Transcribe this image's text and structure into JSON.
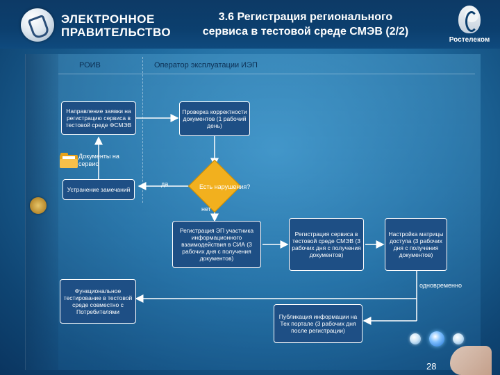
{
  "header": {
    "logo_line1": "ЭЛЕКТРОННОЕ",
    "logo_line2": "ПРАВИТЕЛЬСТВО",
    "title_line1": "3.6 Регистрация регионального",
    "title_line2": "сервиса в тестовой среде СМЭВ (2/2)",
    "brand_right": "Ростелеком"
  },
  "lanes": {
    "left": "РОИВ",
    "right": "Оператор эксплуатации ИЭП"
  },
  "nodes": {
    "request": "Направление заявки на регистрацию сервиса в тестовой среде ФСМЭВ",
    "check": "Проверка корректности документов (1 рабочий день)",
    "docs": "Документы на сервис",
    "fix": "Устранение замечаний",
    "decision": "Есть нарушения?",
    "yes": "да",
    "no": "нет",
    "reg_participant": "Регистрация ЭП участника информационного взаимодействия в СИА (3 рабочих дня с получения документов)",
    "reg_service": "Регистрация сервиса в тестовой среде СМЭВ (3 рабочих дня с получения документов)",
    "access_matrix": "Настройка матрицы доступа (3 рабочих дня с получения документов)",
    "simultaneous": "одновременно",
    "functional_test": "Функциональное тестирование в тестовой среде совместно с Потребителями",
    "publication": "Публикация информации на Тех портале (3 рабочих дня после регистрации)"
  },
  "footer": {
    "page_number": "28"
  },
  "colors": {
    "box_fill": "#1e4f85",
    "decision_fill": "#f2b01e",
    "background": "#1f6a9e"
  },
  "icons": [
    "folder-icon",
    "emblem-icon",
    "logo-icon",
    "brand-icon"
  ]
}
